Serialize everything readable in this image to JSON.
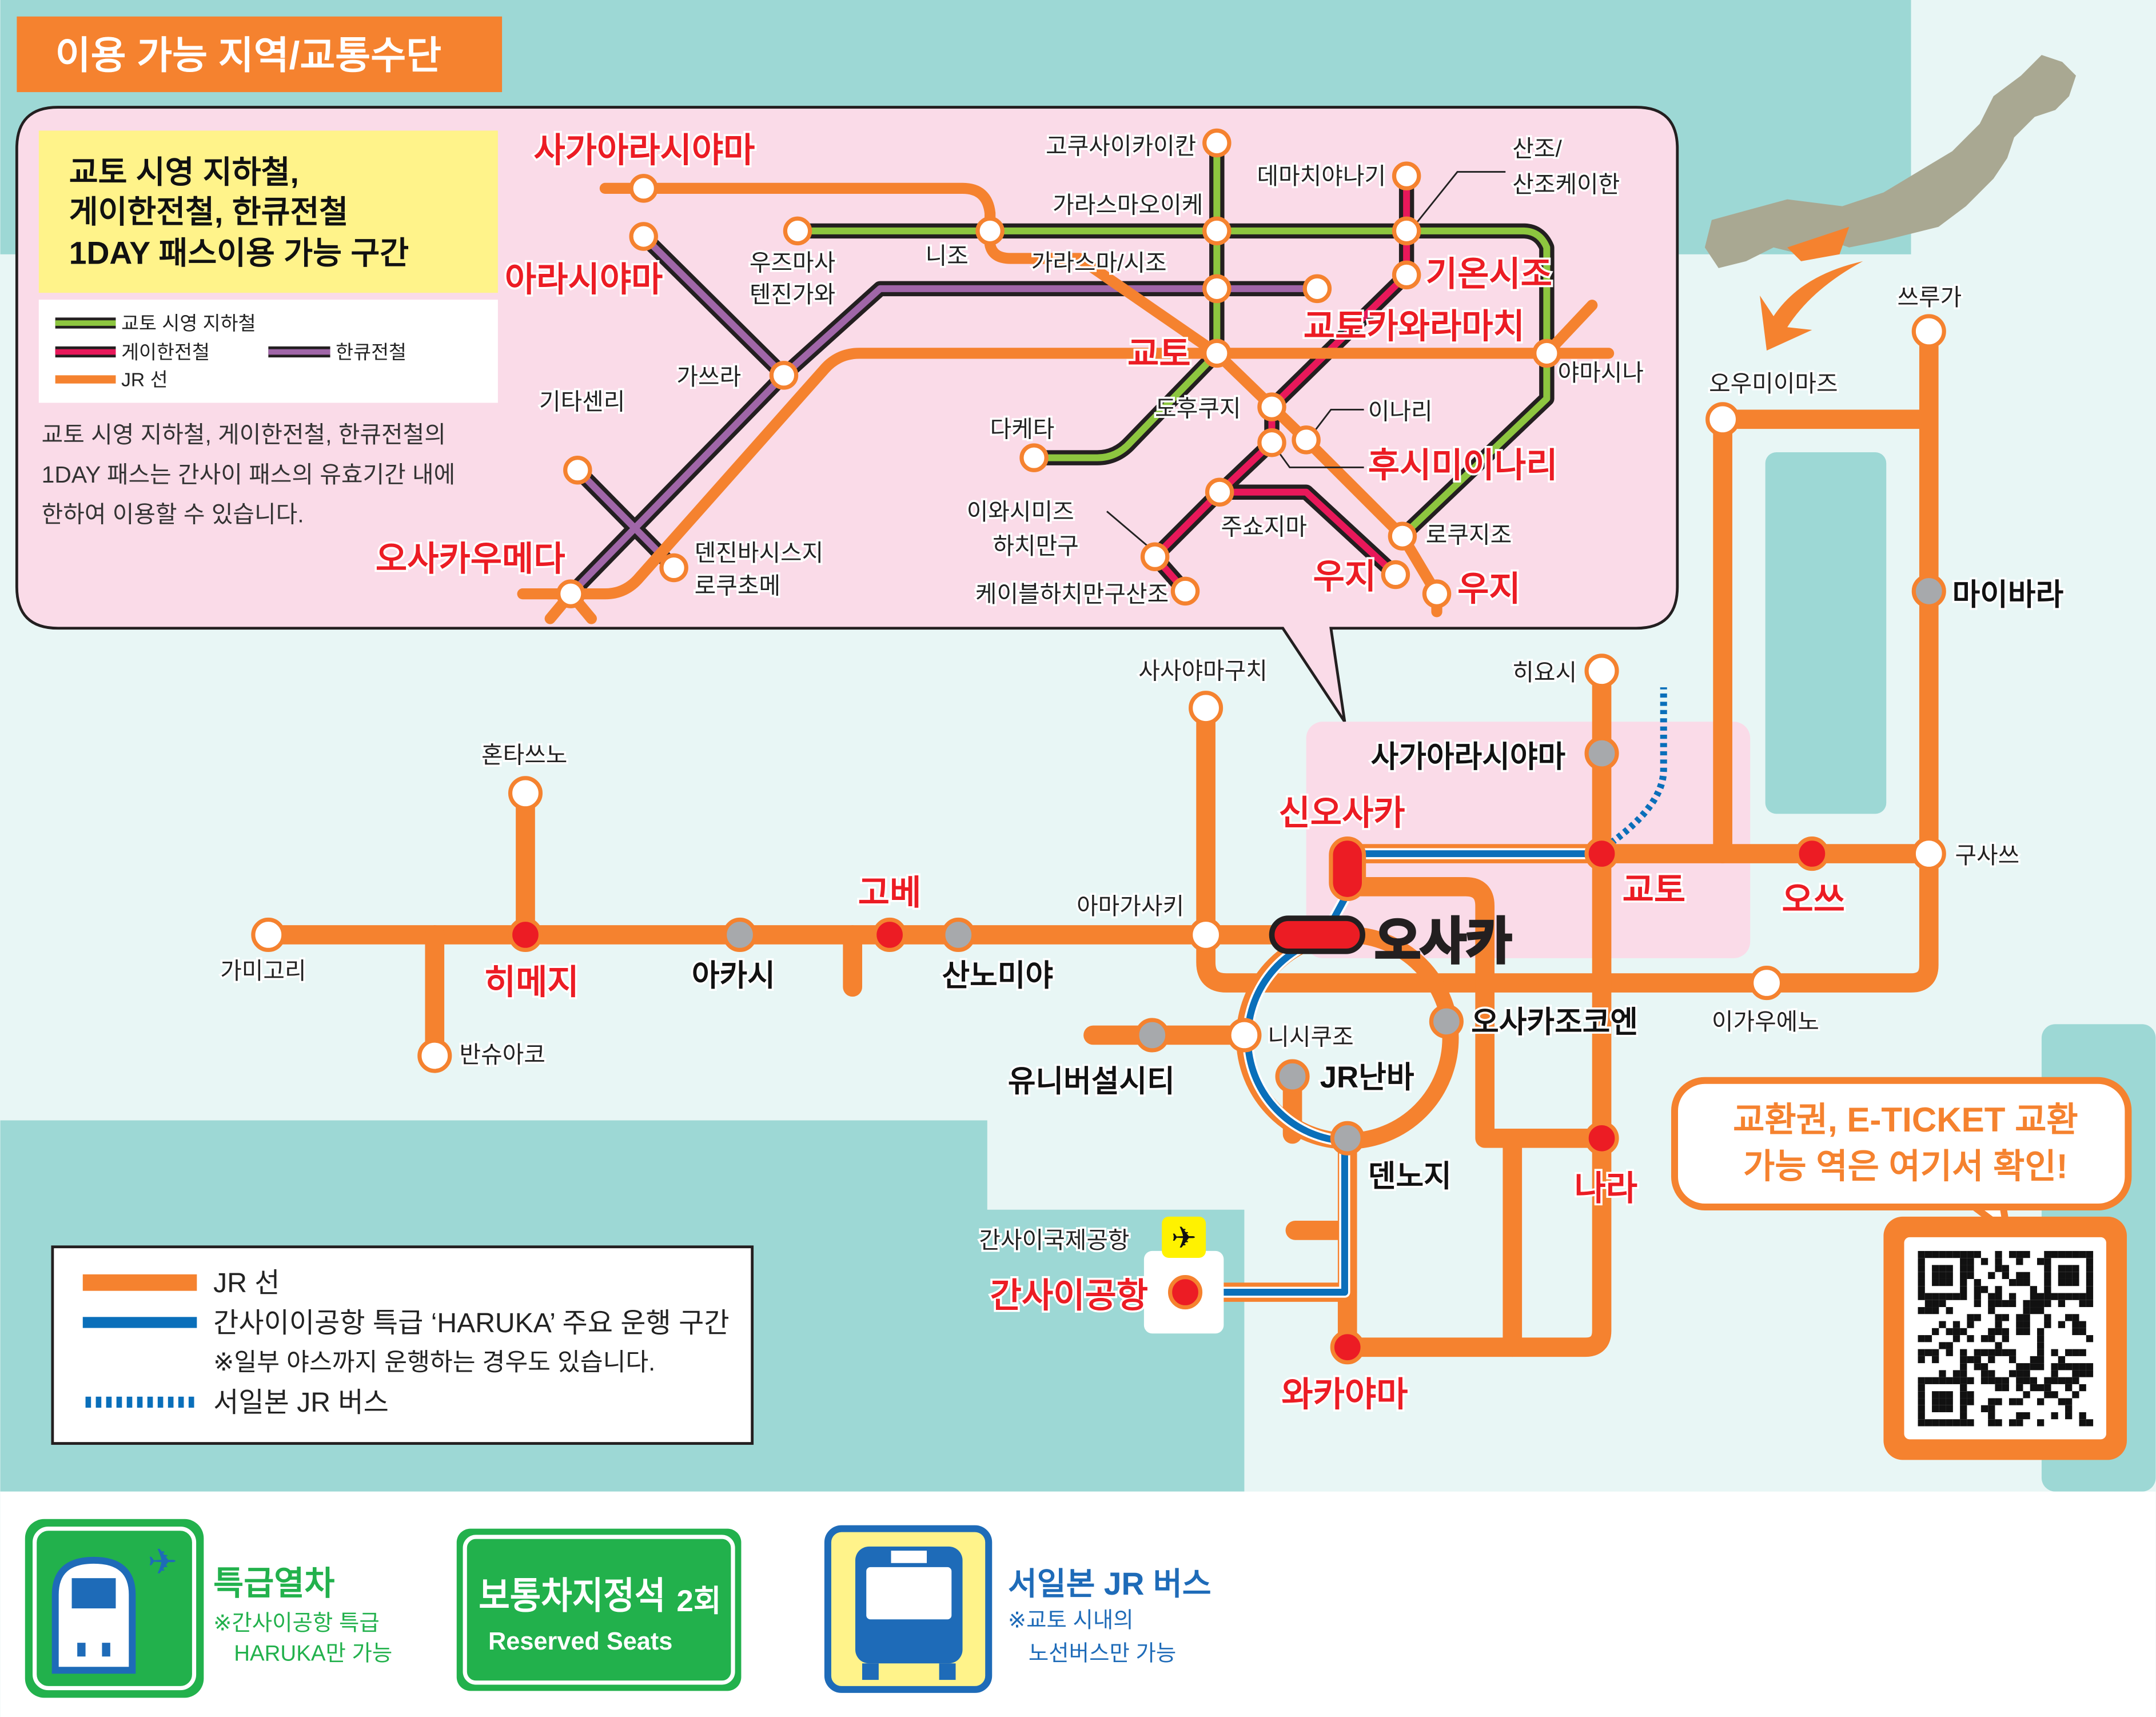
{
  "header": {
    "title": "이용 가능 지역/교통수단"
  },
  "colors": {
    "jr": "#f5822f",
    "subway": "#8dc63f",
    "keihan": "#e8185a",
    "hankyu": "#a066a8",
    "haruka": "#0a6fba",
    "highlight_station": "#ec1c24",
    "pink_area": "#fadbe8",
    "water": "#9dd8d5"
  },
  "inset": {
    "title_lines": [
      "교토 시영 지하철,",
      "게이한전철, 한큐전철",
      "1DAY 패스이용 가능 구간"
    ],
    "legend": {
      "subway": "교토 시영 지하철",
      "keihan": "게이한전철",
      "hankyu": "한큐전철",
      "jr": "JR 선"
    },
    "note_lines": [
      "교토 시영 지하철, 게이한전철, 한큐전철의",
      "1DAY 패스는 간사이 패스의 유효기간 내에",
      "한하여 이용할 수 있습니다."
    ],
    "stations": {
      "saga_arashiyama": "사가아라시야마",
      "arashiyama": "아라시야마",
      "kyoto": "교토",
      "gion_shijo": "기온시조",
      "kawaramachi": "교토카와라마치",
      "fushimi_inari": "후시미이나리",
      "uji_keihan": "우지",
      "uji_jr": "우지",
      "osaka_umeda": "오사카우메다",
      "kokusaikaikan": "고쿠사이카이칸",
      "demachiyanagi": "데마치야나기",
      "sanjo_1": "산조/",
      "sanjo_2": "산조케이한",
      "karasuma_oike": "가라스마오이케",
      "nijo": "니조",
      "karasuma_shijo": "가라스마/시조",
      "uzumasa_1": "우즈마사",
      "uzumasa_2": "텐진가와",
      "katsura": "가쓰라",
      "yamashina": "야마시나",
      "tofukuji": "도후쿠지",
      "inari": "이나리",
      "takeda": "다케타",
      "iwashimizu_1": "이와시미즈",
      "iwashimizu_2": "하치만구",
      "chushojima": "주쇼지마",
      "rokujizo": "로쿠지조",
      "cable": "케이블하치만구산조",
      "kitasenri": "기타센리",
      "tenjinbashi_1": "덴진바시스지",
      "tenjinbashi_2": "로쿠초메"
    }
  },
  "map": {
    "stations": {
      "hontatsuno": "혼타쓰노",
      "kamigori": "가미고리",
      "himeji": "히메지",
      "banshu_ako": "반슈아코",
      "akashi": "아카시",
      "kobe": "고베",
      "sannomiya": "산노미야",
      "amagasaki": "아마가사키",
      "sasayamaguchi": "사사야마구치",
      "shin_osaka": "신오사카",
      "osaka": "오사카",
      "saga_arashiyama": "사가아라시야마",
      "hiyoshi": "히요시",
      "kyoto": "교토",
      "otsu": "오쓰",
      "kusatsu": "구사쓰",
      "tsuruga": "쓰루가",
      "omi_imazu": "오우미이마즈",
      "maibara": "마이바라",
      "iga_ueno": "이가우에노",
      "osakajokoen": "오사카조코엔",
      "nishikujo": "니시쿠조",
      "jr_namba": "JR난바",
      "universal_city": "유니버설시티",
      "tennoji": "덴노지",
      "nara": "나라",
      "kix": "간사이국제공항",
      "kansai_airport": "간사이공항",
      "wakayama": "와카야마"
    }
  },
  "legend": {
    "jr": "JR 선",
    "haruka": "간사이이공항 특급 ‘HARUKA’ 주요 운행 구간",
    "haruka_note": "※일부 야스까지 운행하는 경우도 있습니다.",
    "bus": "서일본 JR 버스"
  },
  "qr": {
    "callout_lines": [
      "교환권, E-TICKET 교환",
      "가능 역은 여기서 확인!"
    ]
  },
  "footer": {
    "express": {
      "title": "특급열차",
      "note_1": "※간사이공항 특급",
      "note_2": "HARUKA만 가능"
    },
    "reserved": {
      "title": "보통차지정석",
      "count": "2회",
      "subtitle": "Reserved Seats"
    },
    "bus": {
      "title": "서일본 JR 버스",
      "note_1": "※교토 시내의",
      "note_2": "노선버스만 가능"
    }
  }
}
